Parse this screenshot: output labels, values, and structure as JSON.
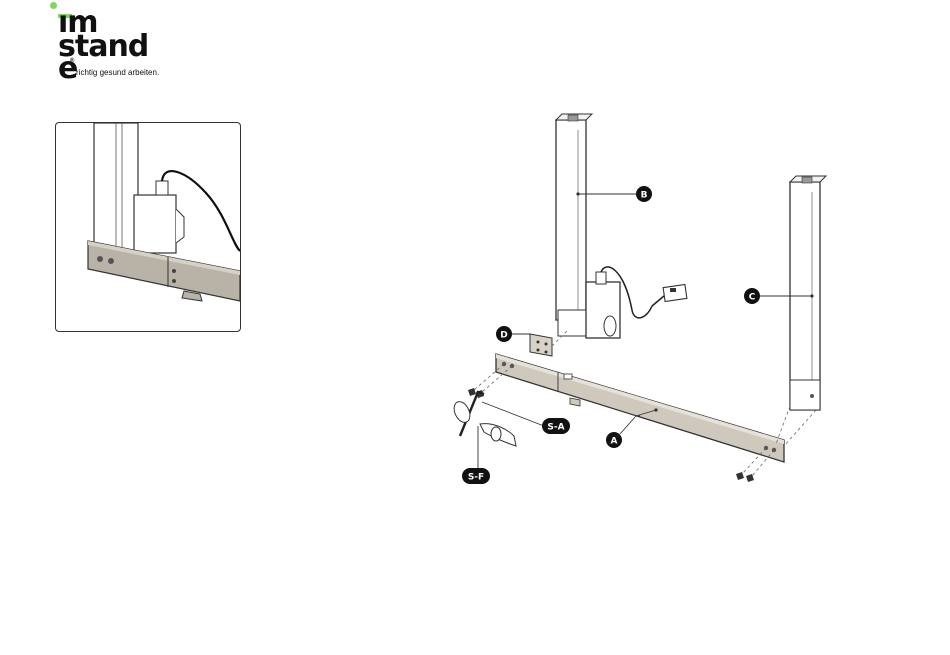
{
  "logo": {
    "line1": "ım",
    "line2": "stand",
    "line3": "e",
    "registered_mark": "®",
    "tagline": "richtig gesund arbeiten.",
    "accent_color": "#7ed957"
  },
  "callouts": {
    "a": "A",
    "b": "B",
    "c": "C",
    "d": "D",
    "sa": "S-A",
    "sf": "S-F"
  }
}
